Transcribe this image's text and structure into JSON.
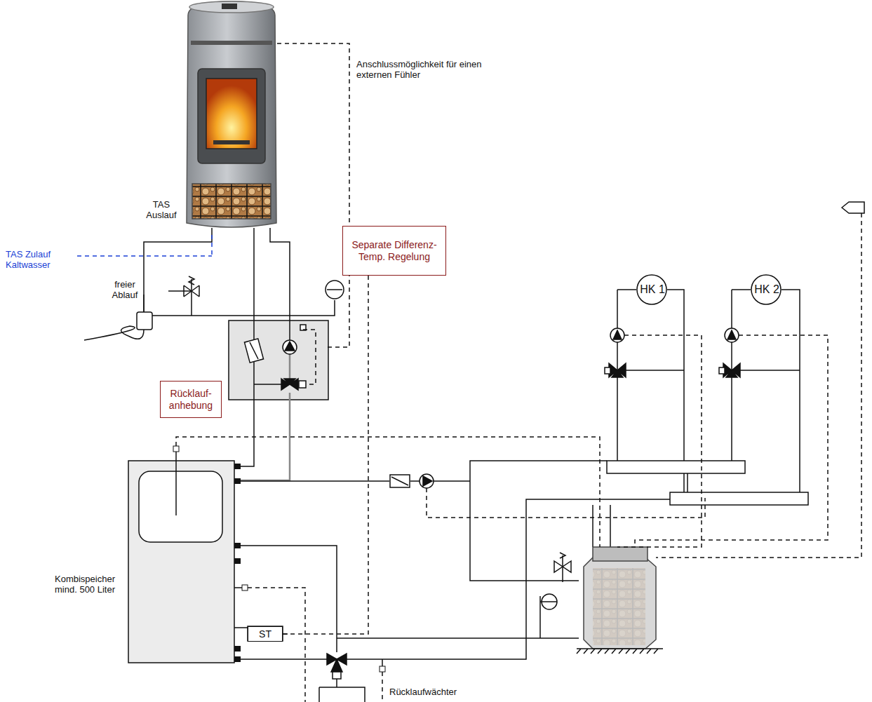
{
  "diagram": {
    "nodes": [
      {
        "text": [
          "Separate Differenz-Temp. Regelung"
        ]
      },
      {
        "text": [
          "Rücklauf- anhebung"
        ]
      },
      {
        "text": [
          "HK 1"
        ]
      },
      {
        "text": [
          "HK 2"
        ]
      },
      {
        "text": [
          "ST"
        ]
      }
    ],
    "edges": [
      {
        "from": 0,
        "to": 4,
        "arrow": "none"
      }
    ],
    "labels": [
      "Anschlussmöglichkeit für einen externen Fühler",
      "TAS Auslauf",
      "TAS Zulauf Kaltwasser",
      "freier Ablauf",
      "Kombispeicher mind. 500 Liter",
      "Rücklaufwächter"
    ]
  }
}
